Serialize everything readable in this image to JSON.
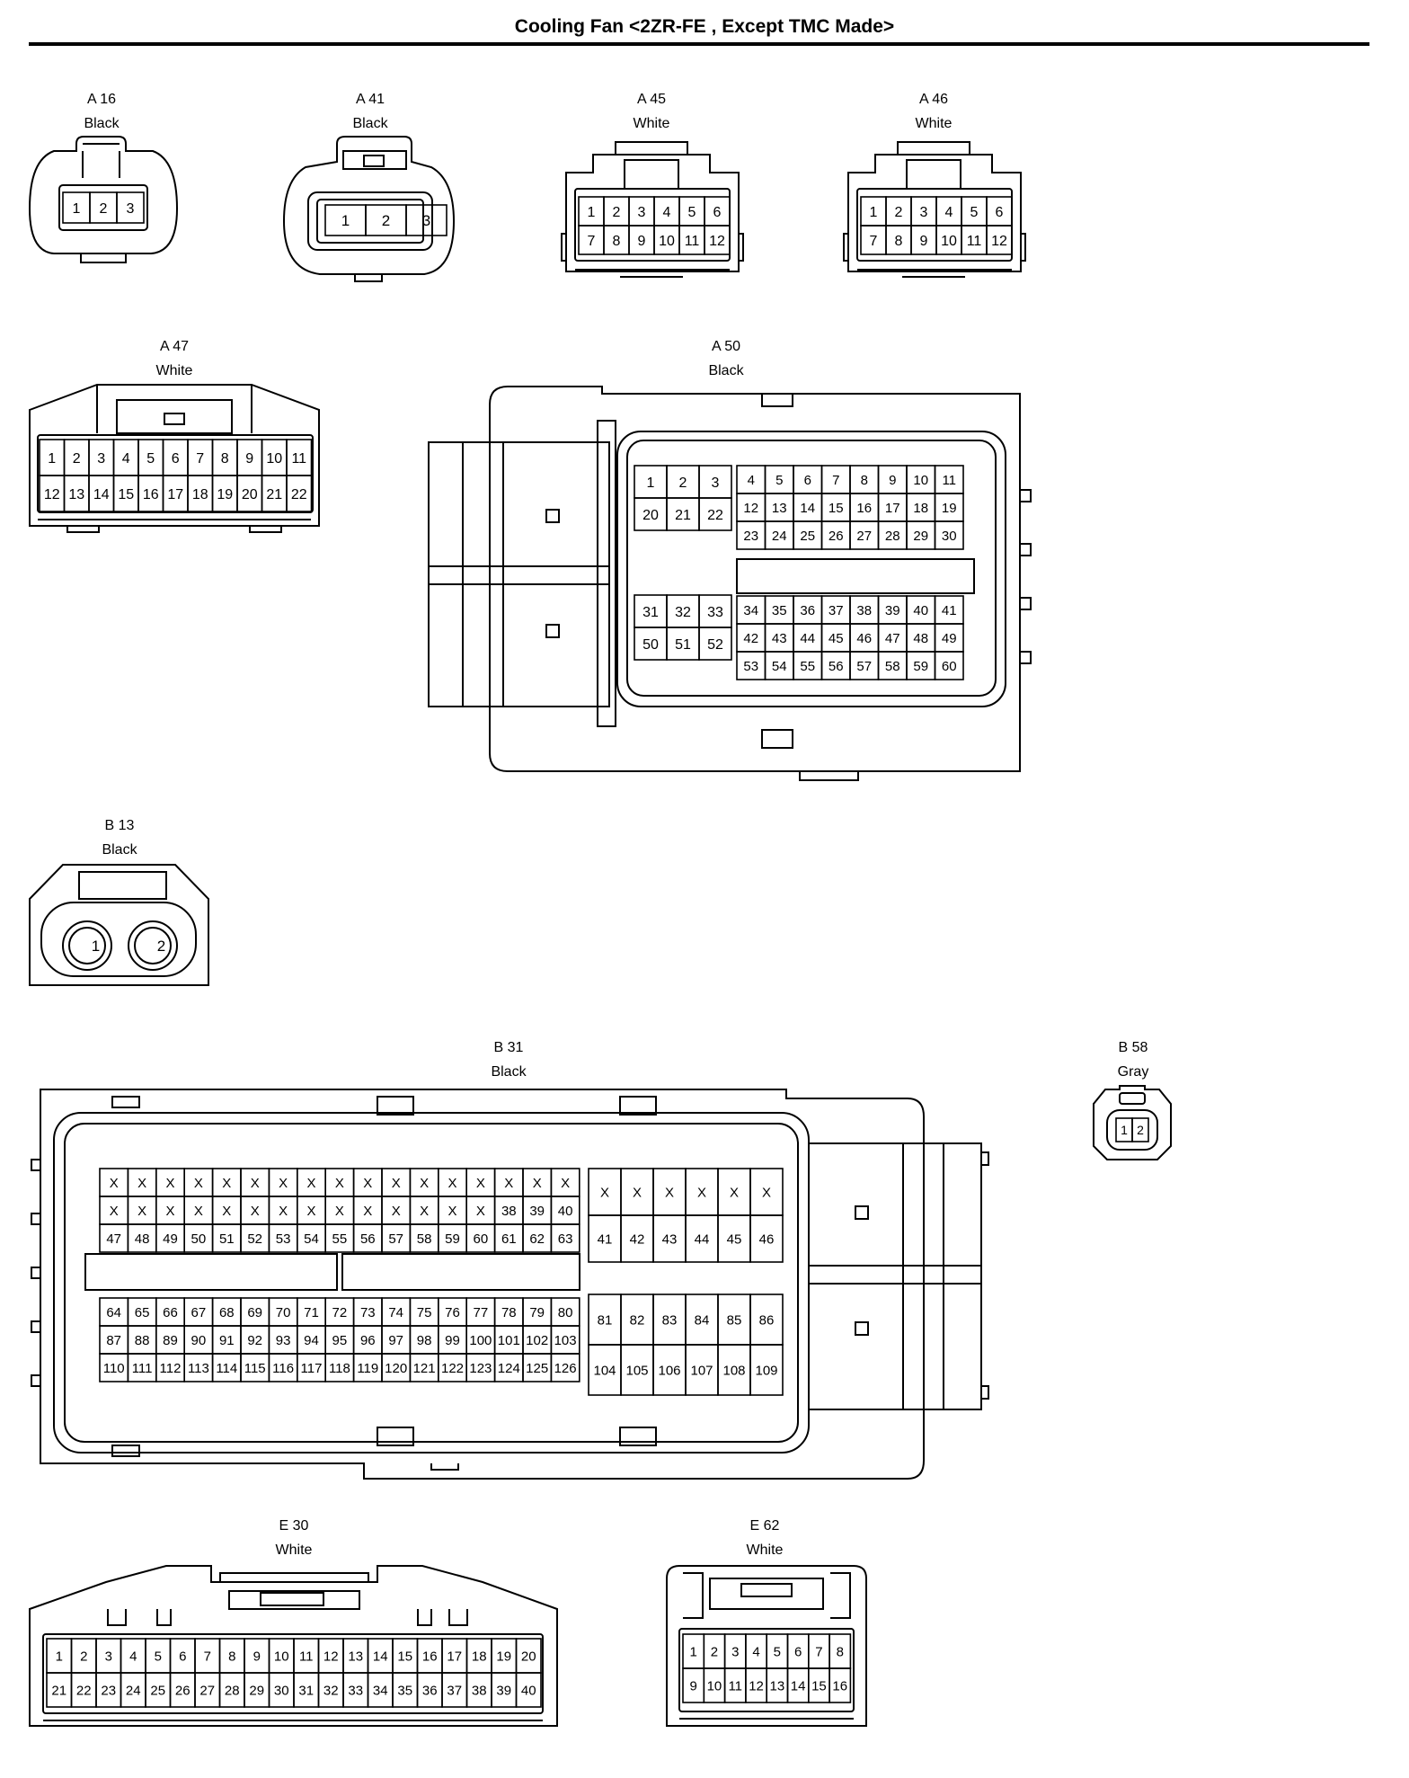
{
  "title": "Cooling Fan <2ZR-FE , Except TMC Made>",
  "connectors": [
    {
      "id": "A 16",
      "color": "Black",
      "rows": [
        [
          "1",
          "2",
          "3"
        ]
      ]
    },
    {
      "id": "A 41",
      "color": "Black",
      "rows": [
        [
          "1",
          "2",
          "3"
        ]
      ]
    },
    {
      "id": "A 45",
      "color": "White",
      "rows": [
        [
          "1",
          "2",
          "3",
          "4",
          "5",
          "6"
        ],
        [
          "7",
          "8",
          "9",
          "10",
          "11",
          "12"
        ]
      ]
    },
    {
      "id": "A 46",
      "color": "White",
      "rows": [
        [
          "1",
          "2",
          "3",
          "4",
          "5",
          "6"
        ],
        [
          "7",
          "8",
          "9",
          "10",
          "11",
          "12"
        ]
      ]
    },
    {
      "id": "A 47",
      "color": "White",
      "rows": [
        [
          "1",
          "2",
          "3",
          "4",
          "5",
          "6",
          "7",
          "8",
          "9",
          "10",
          "11"
        ],
        [
          "12",
          "13",
          "14",
          "15",
          "16",
          "17",
          "18",
          "19",
          "20",
          "21",
          "22"
        ]
      ]
    },
    {
      "id": "A 50",
      "color": "Black",
      "blocks": [
        {
          "rows": [
            [
              "1",
              "2",
              "3"
            ],
            [
              "20",
              "21",
              "22"
            ]
          ]
        },
        {
          "rows": [
            [
              "4",
              "5",
              "6",
              "7",
              "8",
              "9",
              "10",
              "11"
            ],
            [
              "12",
              "13",
              "14",
              "15",
              "16",
              "17",
              "18",
              "19"
            ],
            [
              "23",
              "24",
              "25",
              "26",
              "27",
              "28",
              "29",
              "30"
            ]
          ]
        },
        {
          "rows": [
            [
              "31",
              "32",
              "33"
            ],
            [
              "50",
              "51",
              "52"
            ]
          ]
        },
        {
          "rows": [
            [
              "34",
              "35",
              "36",
              "37",
              "38",
              "39",
              "40",
              "41"
            ],
            [
              "42",
              "43",
              "44",
              "45",
              "46",
              "47",
              "48",
              "49"
            ],
            [
              "53",
              "54",
              "55",
              "56",
              "57",
              "58",
              "59",
              "60"
            ]
          ]
        }
      ]
    },
    {
      "id": "B 13",
      "color": "Black",
      "rows": [
        [
          "1",
          "2"
        ]
      ]
    },
    {
      "id": "B 31",
      "color": "Black",
      "blocks": [
        {
          "rows": [
            [
              "X",
              "X",
              "X",
              "X",
              "X",
              "X",
              "X",
              "X",
              "X",
              "X",
              "X",
              "X",
              "X",
              "X",
              "X",
              "X",
              "X"
            ],
            [
              "X",
              "X",
              "X",
              "X",
              "X",
              "X",
              "X",
              "X",
              "X",
              "X",
              "X",
              "X",
              "X",
              "X",
              "38",
              "39",
              "40"
            ],
            [
              "47",
              "48",
              "49",
              "50",
              "51",
              "52",
              "53",
              "54",
              "55",
              "56",
              "57",
              "58",
              "59",
              "60",
              "61",
              "62",
              "63"
            ]
          ]
        },
        {
          "rows": [
            [
              "X",
              "X",
              "X",
              "X",
              "X",
              "X"
            ],
            [
              "41",
              "42",
              "43",
              "44",
              "45",
              "46"
            ]
          ]
        },
        {
          "rows": [
            [
              "64",
              "65",
              "66",
              "67",
              "68",
              "69",
              "70",
              "71",
              "72",
              "73",
              "74",
              "75",
              "76",
              "77",
              "78",
              "79",
              "80"
            ],
            [
              "87",
              "88",
              "89",
              "90",
              "91",
              "92",
              "93",
              "94",
              "95",
              "96",
              "97",
              "98",
              "99",
              "100",
              "101",
              "102",
              "103"
            ],
            [
              "110",
              "111",
              "112",
              "113",
              "114",
              "115",
              "116",
              "117",
              "118",
              "119",
              "120",
              "121",
              "122",
              "123",
              "124",
              "125",
              "126"
            ]
          ]
        },
        {
          "rows": [
            [
              "81",
              "82",
              "83",
              "84",
              "85",
              "86"
            ],
            [
              "104",
              "105",
              "106",
              "107",
              "108",
              "109"
            ]
          ]
        }
      ]
    },
    {
      "id": "B 58",
      "color": "Gray",
      "rows": [
        [
          "1",
          "2"
        ]
      ]
    },
    {
      "id": "E 30",
      "color": "White",
      "rows": [
        [
          "1",
          "2",
          "3",
          "4",
          "5",
          "6",
          "7",
          "8",
          "9",
          "10",
          "11",
          "12",
          "13",
          "14",
          "15",
          "16",
          "17",
          "18",
          "19",
          "20"
        ],
        [
          "21",
          "22",
          "23",
          "24",
          "25",
          "26",
          "27",
          "28",
          "29",
          "30",
          "31",
          "32",
          "33",
          "34",
          "35",
          "36",
          "37",
          "38",
          "39",
          "40"
        ]
      ]
    },
    {
      "id": "E 62",
      "color": "White",
      "rows": [
        [
          "1",
          "2",
          "3",
          "4",
          "5",
          "6",
          "7",
          "8"
        ],
        [
          "9",
          "10",
          "11",
          "12",
          "13",
          "14",
          "15",
          "16"
        ]
      ]
    }
  ]
}
